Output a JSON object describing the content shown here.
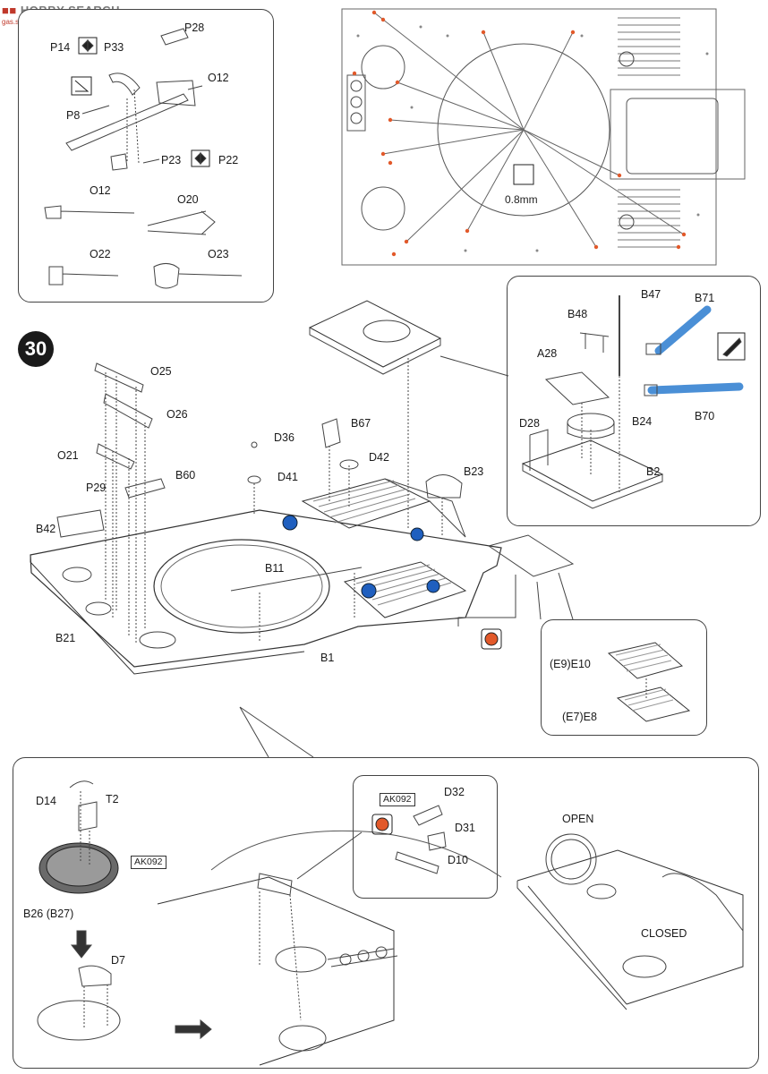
{
  "watermark": {
    "brand": "HOBBY SEARCH",
    "site": "gas.shou.com"
  },
  "step_number": "30",
  "top_left_box": {
    "labels": [
      "P28",
      "P14",
      "P33",
      "O12",
      "P8",
      "P23",
      "P22",
      "O12",
      "O20",
      "O22",
      "O23"
    ]
  },
  "hull_plan": {
    "drill_size": "0.8mm"
  },
  "turret_box": {
    "labels": [
      "B47",
      "B48",
      "B71",
      "A28",
      "B70",
      "D28",
      "B24",
      "B2"
    ]
  },
  "main_assembly": {
    "labels": [
      "O25",
      "O26",
      "B67",
      "D36",
      "D42",
      "O21",
      "B60",
      "D41",
      "B23",
      "P29",
      "B42",
      "B11",
      "B21",
      "B1"
    ]
  },
  "grille_box": {
    "labels": [
      "(E9)E10",
      "(E7)E8"
    ]
  },
  "bottom_box": {
    "labels": [
      "D14",
      "T2",
      "B26 (B27)",
      "D7",
      "D32",
      "D31",
      "D10"
    ],
    "paint_tag": "AK092",
    "paint_tag2": "AK092",
    "states": {
      "open": "OPEN",
      "closed": "CLOSED"
    }
  },
  "colors": {
    "accent_orange": "#e2592a",
    "accent_blue": "#4a8fd6",
    "detail_blue": "#1f5fbf",
    "line": "#444444"
  }
}
